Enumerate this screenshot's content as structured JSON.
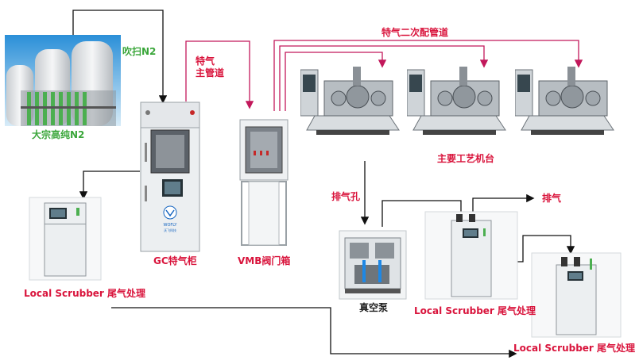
{
  "labels": {
    "bulk_n2": "大宗高纯N2",
    "purge_n2": "吹扫N2",
    "special_gas_main_1": "特气",
    "special_gas_main_2": "主管道",
    "special_gas_secondary": "特气二次配管道",
    "gc_cabinet": "GC特气柜",
    "vmb_box": "VMB阀门箱",
    "process_tools": "主要工艺机台",
    "exhaust_port": "排气孔",
    "exhaust": "排气",
    "vacuum_pump": "真空泵",
    "scrubber_left": "Local Scrubber 尾气处理",
    "scrubber_mid": "Local Scrubber 尾气处理",
    "scrubber_right": "Local Scrubber 尾气处理",
    "gc_brand": "WOFLY",
    "gc_brand_cn": "沃飞科技"
  },
  "colors": {
    "green_label": "#3aa63a",
    "red_label": "#d9143c",
    "magenta_line": "#c2185b",
    "black_line": "#111111"
  }
}
